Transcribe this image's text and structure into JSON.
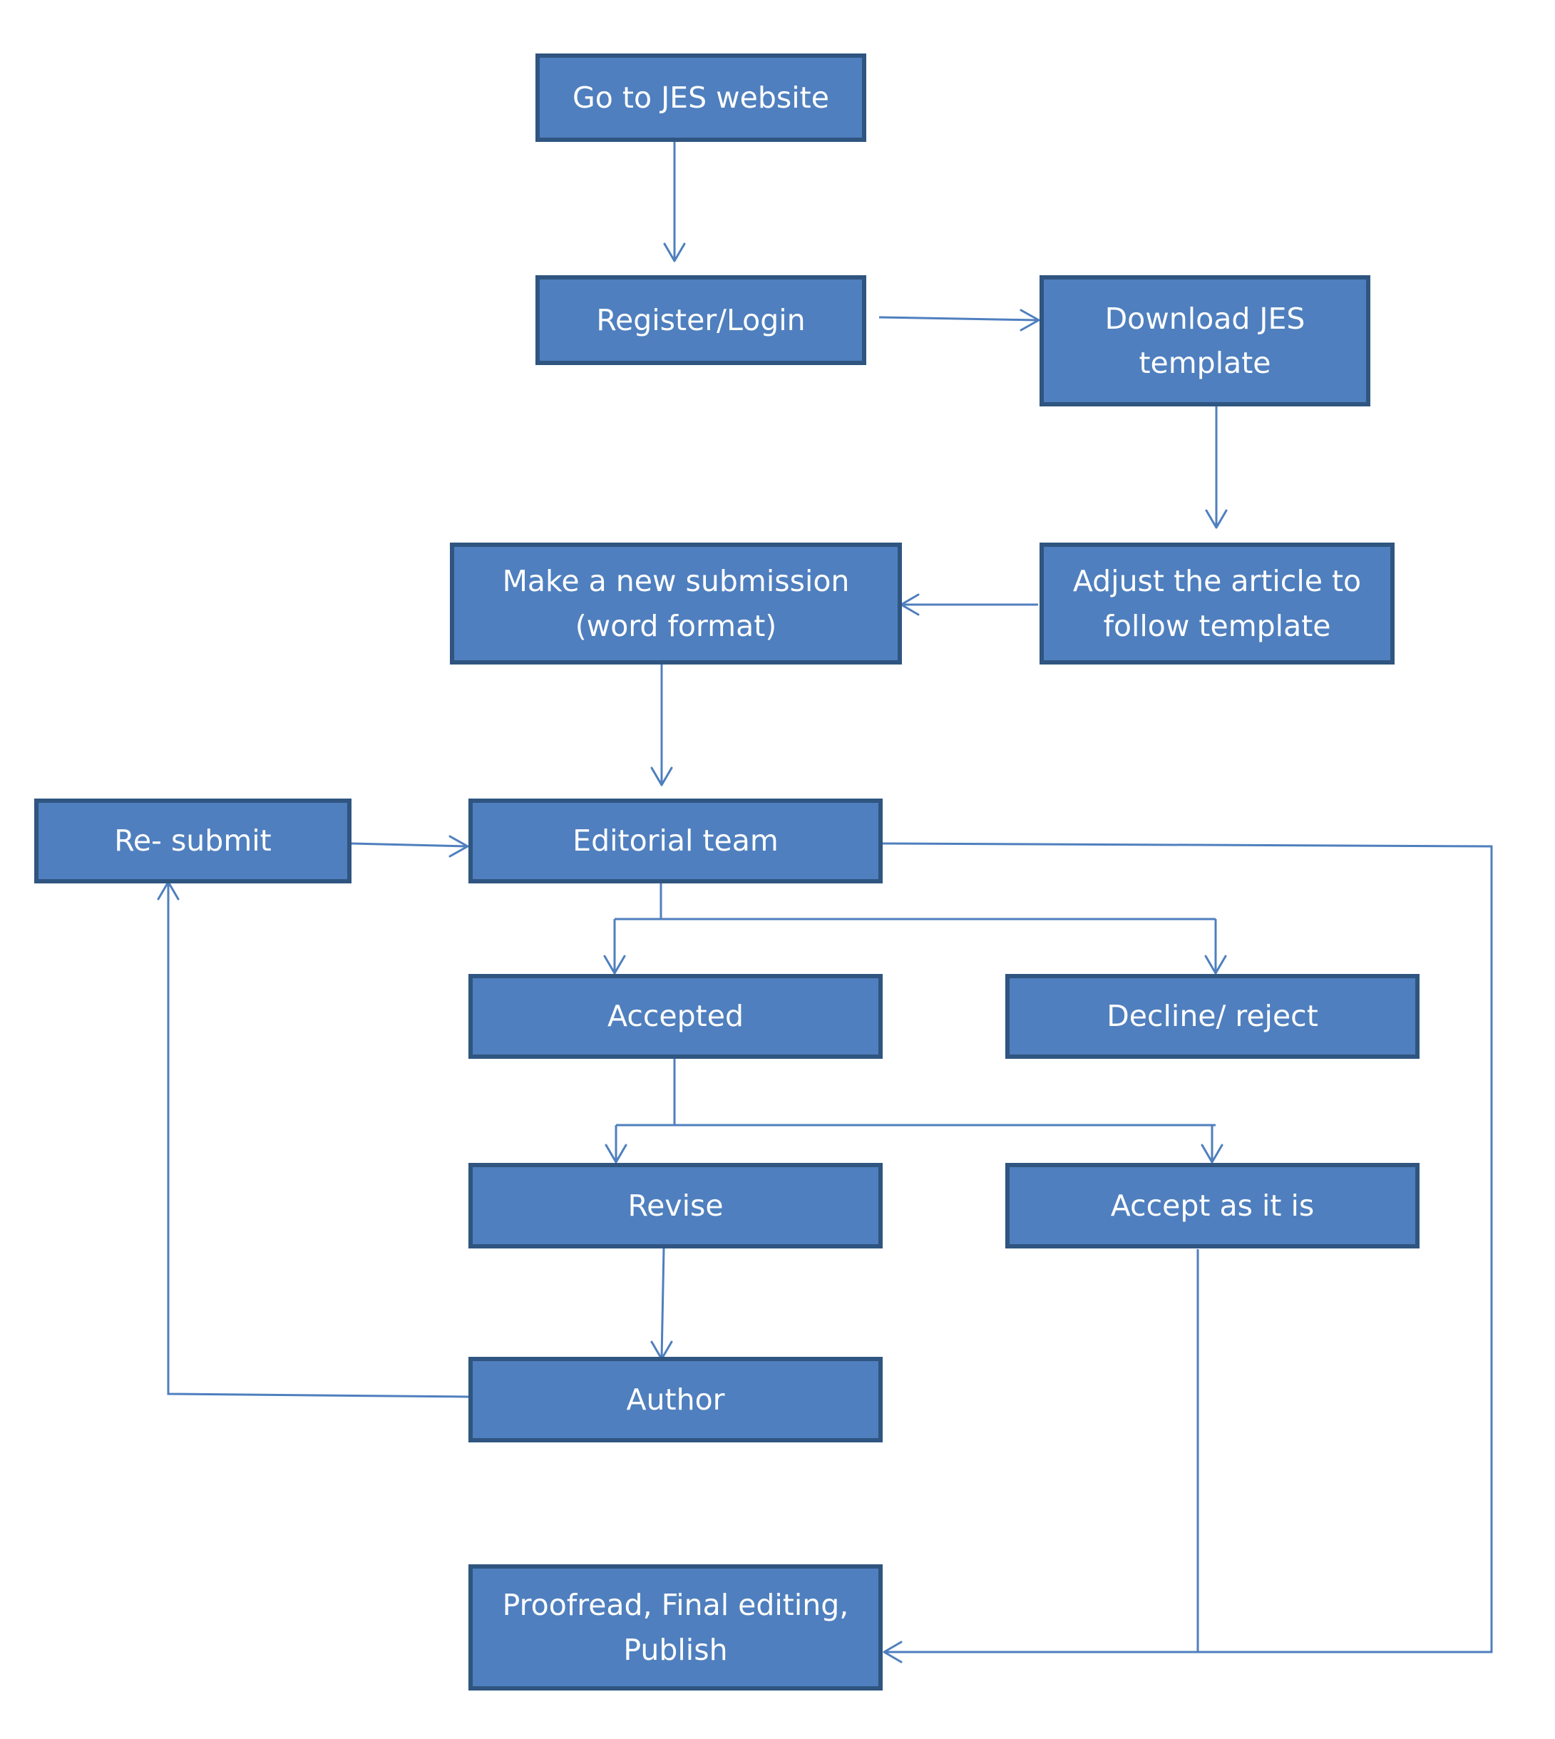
{
  "colors": {
    "box_fill": "#4f7fbe",
    "box_border": "#2f5580",
    "box_text": "#ffffff",
    "connector": "#4f7fbe",
    "background": "#ffffff"
  },
  "nodes": {
    "go_to_website": "Go to JES  website",
    "register_login": "Register/Login",
    "download_template": "Download JES\ntemplate",
    "adjust_article": "Adjust the article to\nfollow template",
    "new_submission": "Make a new submission\n(word format)",
    "editorial_team": "Editorial team",
    "resubmit": "Re- submit",
    "accepted": "Accepted",
    "decline_reject": "Decline/ reject",
    "revise": "Revise",
    "accept_as_is": "Accept as it is",
    "author": "Author",
    "proofread_publish": "Proofread, Final editing,\nPublish"
  },
  "edges": [
    {
      "from": "go_to_website",
      "to": "register_login"
    },
    {
      "from": "register_login",
      "to": "download_template"
    },
    {
      "from": "download_template",
      "to": "adjust_article"
    },
    {
      "from": "adjust_article",
      "to": "new_submission"
    },
    {
      "from": "new_submission",
      "to": "editorial_team"
    },
    {
      "from": "resubmit",
      "to": "editorial_team"
    },
    {
      "from": "editorial_team",
      "to": "accepted"
    },
    {
      "from": "editorial_team",
      "to": "decline_reject"
    },
    {
      "from": "accepted",
      "to": "revise"
    },
    {
      "from": "accepted",
      "to": "accept_as_is"
    },
    {
      "from": "revise",
      "to": "author"
    },
    {
      "from": "author",
      "to": "resubmit"
    },
    {
      "from": "accept_as_is",
      "to": "proofread_publish"
    },
    {
      "from": "editorial_team",
      "to": "proofread_publish"
    }
  ]
}
